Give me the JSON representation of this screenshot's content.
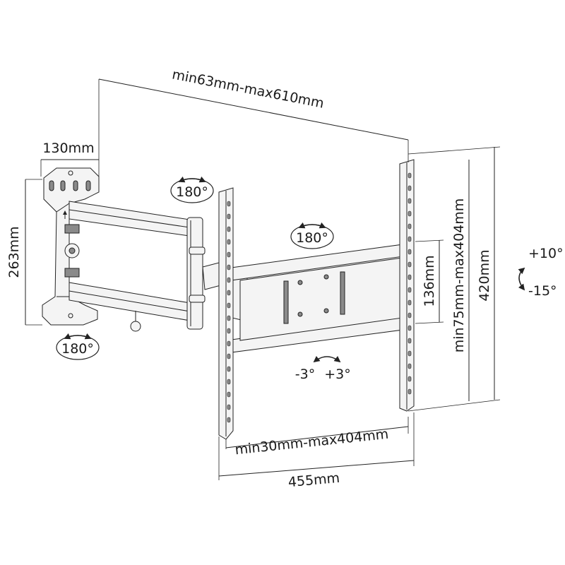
{
  "dimensions": {
    "arm_extension": "min63mm-max610mm",
    "wall_plate_width": "130mm",
    "wall_plate_height": "263mm",
    "vesa_vertical": "min75mm-max404mm",
    "plate_height": "420mm",
    "crossbar_height": "136mm",
    "vesa_horizontal": "min30mm-max404mm",
    "overall_width": "455mm"
  },
  "rotations": {
    "arm_top": "180°",
    "bracket": "180°",
    "wall_bottom": "180°",
    "level_left": "-3°",
    "level_right": "+3°"
  },
  "tilt": {
    "up": "+10°",
    "down": "-15°"
  },
  "icons": {
    "rotation": "rotate-arrows-icon",
    "tilt": "tilt-arc-icon",
    "level": "level-arc-icon"
  }
}
